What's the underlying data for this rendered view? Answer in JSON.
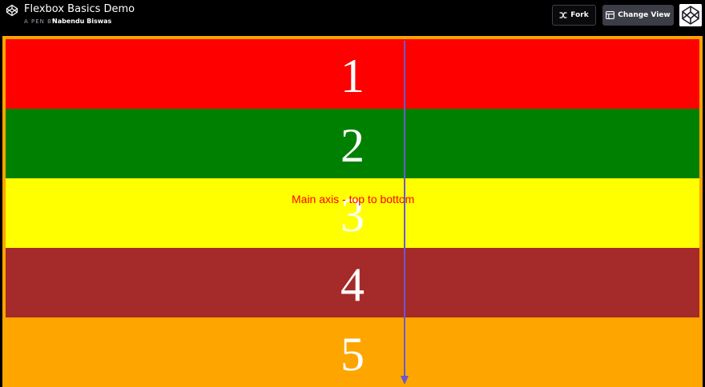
{
  "header": {
    "title": "Flexbox Basics Demo",
    "by_prefix": "A PEN BY",
    "author": "Nabendu Biswas",
    "fork_label": "Fork",
    "change_view_label": "Change View"
  },
  "demo": {
    "items": [
      {
        "label": "1",
        "color": "#ff0000"
      },
      {
        "label": "2",
        "color": "#008000"
      },
      {
        "label": "3",
        "color": "#ffff00"
      },
      {
        "label": "4",
        "color": "#a52a2a"
      },
      {
        "label": "5",
        "color": "#ffa500"
      }
    ],
    "axis_label": "Main axis - top to bottom",
    "container_border_color": "#ffa500",
    "arrow_color": "#6a5acd"
  }
}
